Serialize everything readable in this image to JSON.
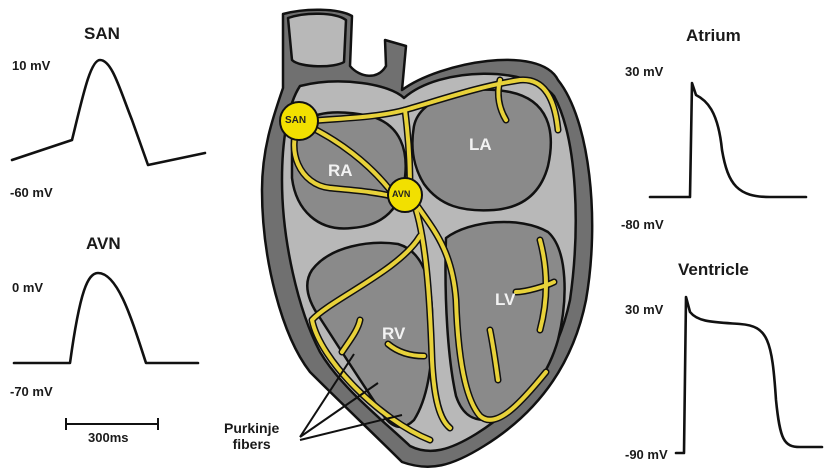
{
  "waveforms": {
    "san": {
      "title": "SAN",
      "top_label": "10 mV",
      "bottom_label": "-60 mV"
    },
    "avn": {
      "title": "AVN",
      "top_label": "0 mV",
      "bottom_label": "-70 mV"
    },
    "atrium": {
      "title": "Atrium",
      "top_label": "30 mV",
      "bottom_label": "-80 mV"
    },
    "ventricle": {
      "title": "Ventricle",
      "top_label": "30 mV",
      "bottom_label": "-90 mV"
    }
  },
  "scale_bar": {
    "label": "300ms"
  },
  "heart": {
    "chambers": {
      "ra": "RA",
      "la": "LA",
      "rv": "RV",
      "lv": "LV"
    },
    "nodes": {
      "san": "SAN",
      "avn": "AVN"
    },
    "purkinje_label": {
      "line1": "Purkinje",
      "line2": "fibers"
    }
  },
  "colors": {
    "outline": "#111111",
    "outer_wall": "#707070",
    "inner_wall": "#b8b8b8",
    "chamber": "#8a8a8a",
    "conduction": "#e8d23a",
    "node": "#f2e000"
  }
}
